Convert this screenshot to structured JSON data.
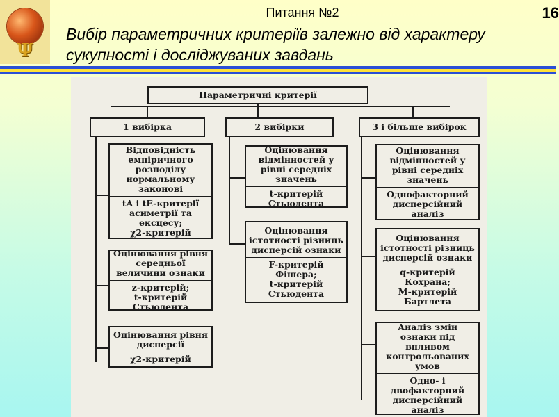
{
  "header": {
    "question": "Питання №2",
    "page_number": "16",
    "title": "Вибір параметричних критеріїв залежно від характеру сукупності і досліджуваних завдань"
  },
  "logo": {
    "icon": "globe-psi-logo",
    "glyph": "Ψ"
  },
  "colors": {
    "stripe_blue": "#2a4fd6",
    "stripe_yellow": "#ffe23a"
  },
  "diagram": {
    "root": "Параметричні критерії",
    "columns": [
      {
        "label": "1 вибірка",
        "boxes": [
          {
            "main": "Відповідність емпіричного розподілу нормальному законові",
            "detail": "tA і tE-критерії асиметрії та ексцесу;\nχ2-критерій"
          },
          {
            "main": "Оцінювання рівня середньої величини ознаки",
            "detail": "z-критерій;\nt-критерій Стьюдента"
          },
          {
            "main": "Оцінювання рівня дисперсії",
            "detail": "χ2-критерій"
          }
        ]
      },
      {
        "label": "2 вибірки",
        "boxes": [
          {
            "main": "Оцінювання відмінностей у рівні середніх значень",
            "detail": "t-критерій Стьюдента"
          },
          {
            "main": "Оцінювання істотності різниць дисперсій ознаки",
            "detail": "F-критерій Фішера;\nt-критерій Стьюдента"
          }
        ]
      },
      {
        "label": "3 і більше вибірок",
        "boxes": [
          {
            "main": "Оцінювання відмінностей у рівні середніх значень",
            "detail": "Однофакторний дисперсійний аналіз"
          },
          {
            "main": "Оцінювання істотності різниць дисперсій ознаки",
            "detail": "q-критерій Кохрана;\nM-критерій Бартлета"
          },
          {
            "main": "Аналіз змін ознаки під впливом контрольованих умов",
            "detail": "Одно- і двофакторний дисперсійний аналіз"
          }
        ]
      }
    ]
  }
}
